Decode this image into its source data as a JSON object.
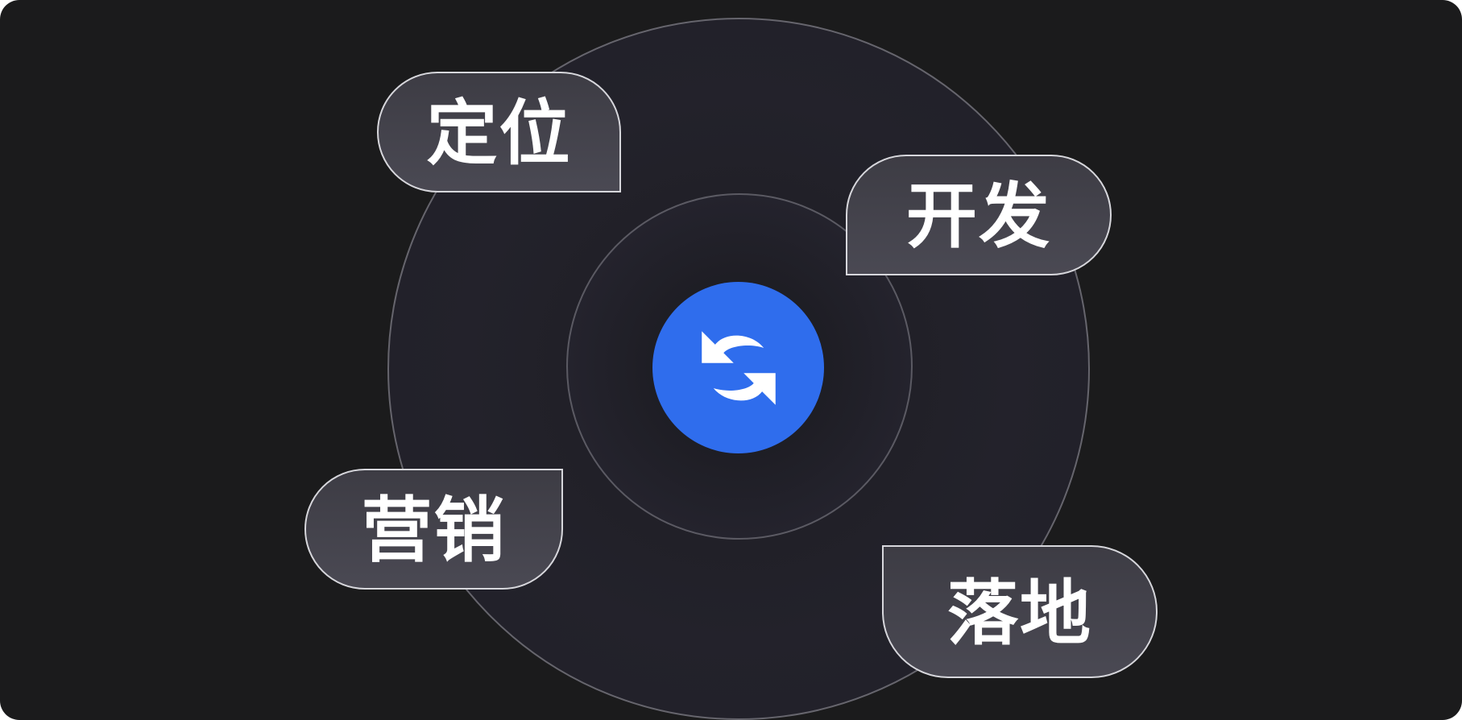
{
  "diagram": {
    "center": {
      "icon": "refresh-cycle-icon"
    },
    "stages": {
      "positioning": "定位",
      "development": "开发",
      "marketing": "营销",
      "implementation": "落地"
    }
  },
  "colors": {
    "background": "#1b1b1c",
    "center_button": "#2f6ded",
    "pill_fill": "#43424b",
    "pill_border": "#d7d7dc",
    "ring_border": "#66656d",
    "text": "#ffffff"
  }
}
